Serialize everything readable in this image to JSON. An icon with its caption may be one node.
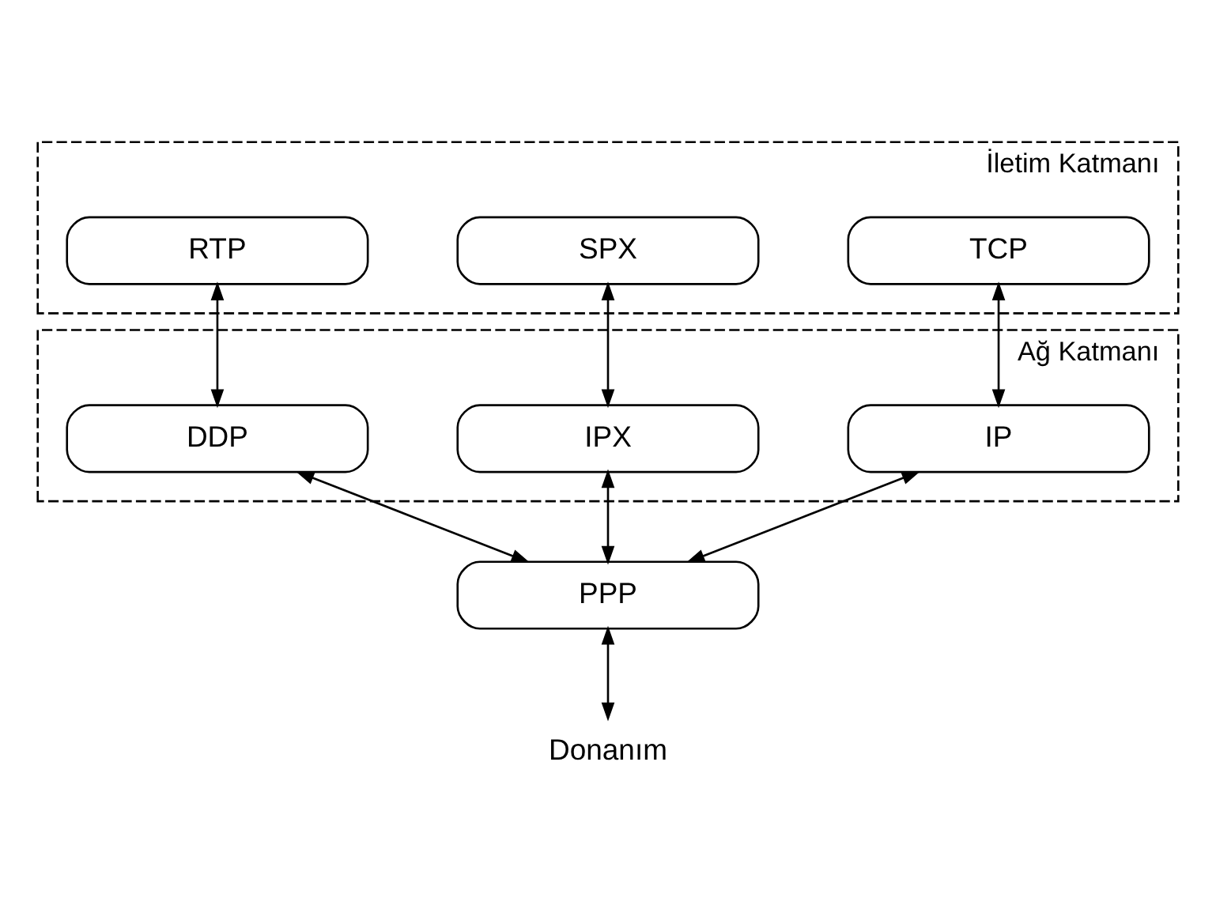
{
  "diagram": {
    "nodes": [
      {
        "text": [
          "İletim Katmanı"
        ]
      },
      {
        "text": [
          "TCP"
        ],
        "in": 0
      },
      {
        "text": [
          "SPX"
        ],
        "in": 0
      },
      {
        "text": [
          "RTP"
        ],
        "in": 0
      },
      {
        "text": [
          "Ağ Katmanı"
        ]
      },
      {
        "text": [
          "IP"
        ],
        "in": 4
      },
      {
        "text": [
          "IPX"
        ],
        "in": 4
      },
      {
        "text": [
          "DDP"
        ],
        "in": 4
      },
      {
        "text": [
          "PPP"
        ]
      },
      {
        "text": [
          "Donanım"
        ]
      }
    ],
    "edges": [
      {
        "from": 1,
        "to": 5,
        "arrow": "both"
      },
      {
        "from": 2,
        "to": 6,
        "arrow": "both"
      },
      {
        "from": 3,
        "to": 7,
        "arrow": "both"
      },
      {
        "from": 5,
        "to": 8,
        "arrow": "both"
      },
      {
        "from": 6,
        "to": 8,
        "arrow": "both"
      },
      {
        "from": 7,
        "to": 8,
        "arrow": "both"
      },
      {
        "from": 8,
        "to": 9,
        "arrow": "both"
      }
    ]
  }
}
